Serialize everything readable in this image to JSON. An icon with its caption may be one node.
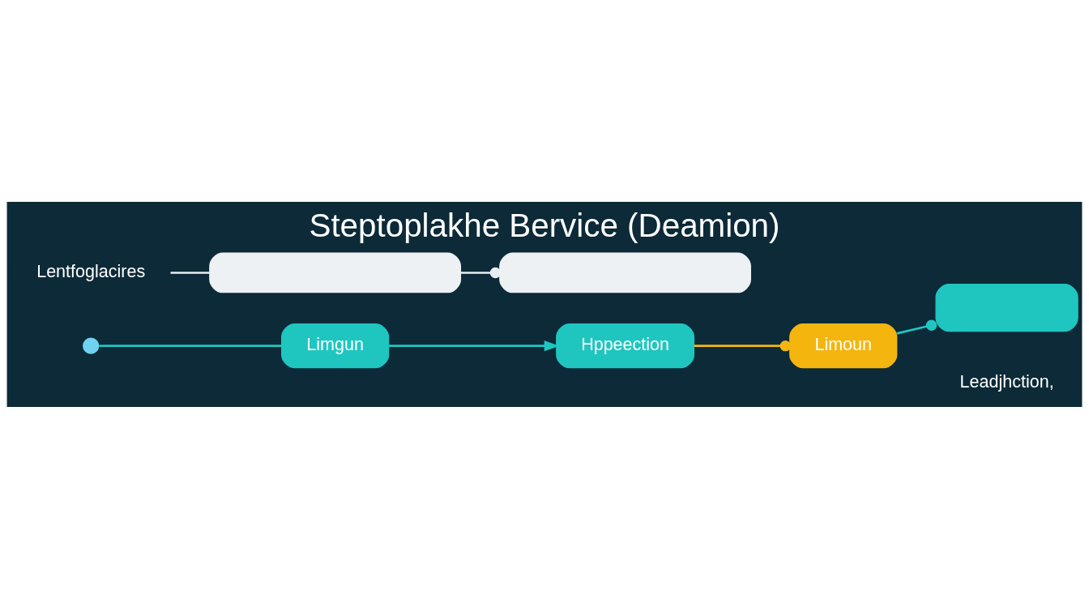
{
  "diagram": {
    "title": "Steptoplakhe Bervice (Deamion)",
    "nodes": [
      {
        "text": [],
        "shape": "circle"
      },
      {
        "text": [
          "Limgun"
        ]
      },
      {
        "text": [
          "Hppeection"
        ]
      },
      {
        "text": [
          "Limoun"
        ]
      },
      {
        "text": [],
        "shape": "box"
      },
      {
        "text": [],
        "shape": "bar"
      },
      {
        "text": [],
        "shape": "bar"
      },
      {
        "text": [
          "Lentfoglacires"
        ]
      }
    ],
    "edges": [
      {
        "from": 0,
        "to": 1,
        "arrow": "none"
      },
      {
        "from": 1,
        "to": 2,
        "arrow": "to"
      },
      {
        "from": 2,
        "to": 3,
        "arrow": "other",
        "color": "#f5b50f"
      },
      {
        "from": 3,
        "to": 4,
        "arrow": "other"
      },
      {
        "from": 7,
        "to": 5,
        "arrow": "none",
        "color": "#e8eef2"
      },
      {
        "from": 5,
        "to": 6,
        "arrow": "other",
        "color": "#e8eef2"
      }
    ],
    "labels": [
      "Leadjhction,"
    ]
  }
}
